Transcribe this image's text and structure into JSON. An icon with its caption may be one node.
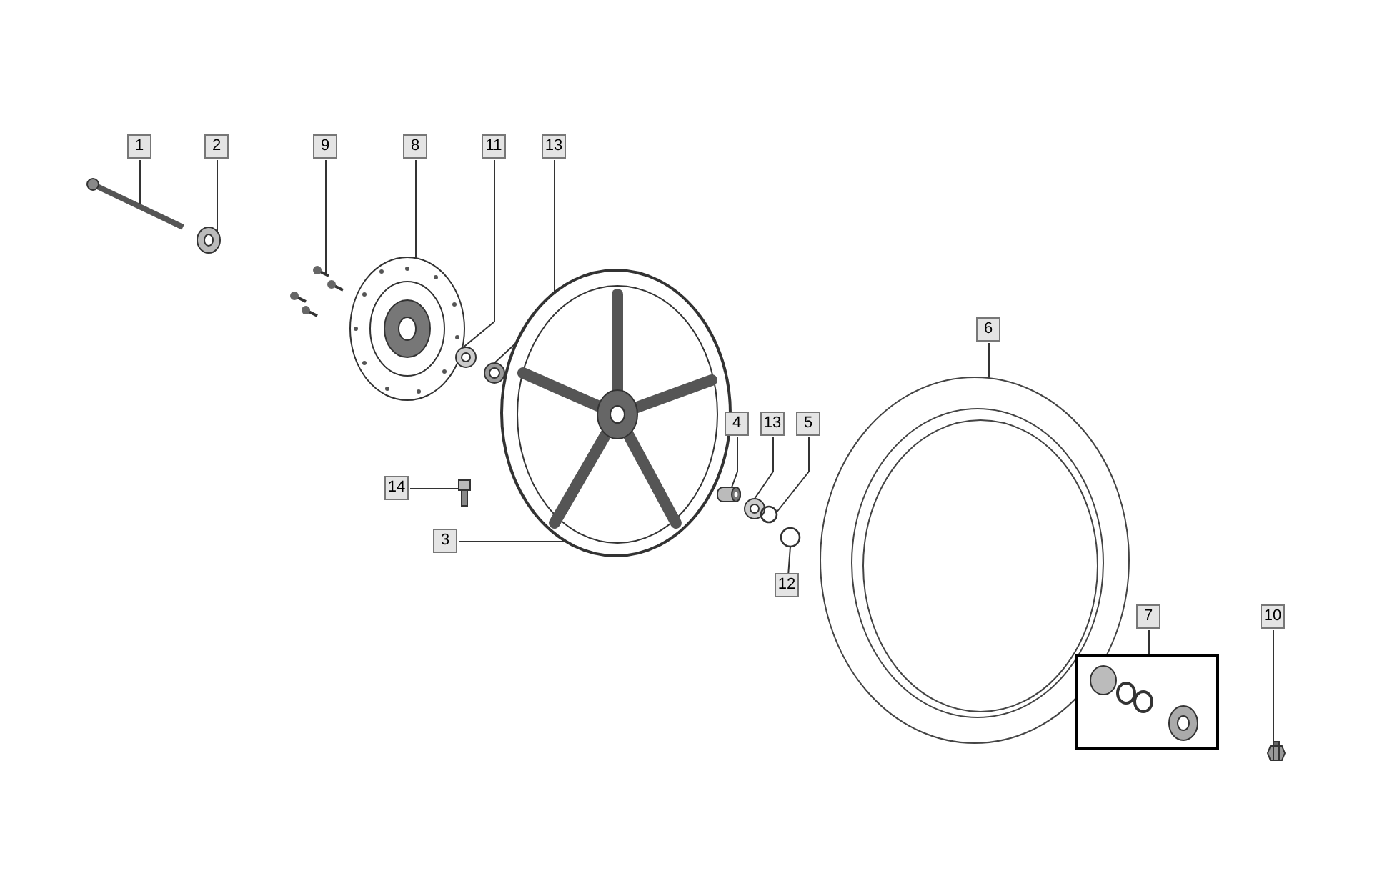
{
  "diagram": {
    "nodes": [
      {
        "text": [
          "1"
        ]
      },
      {
        "text": [
          "2"
        ]
      },
      {
        "text": [
          "9"
        ]
      },
      {
        "text": [
          "8"
        ]
      },
      {
        "text": [
          "11"
        ]
      },
      {
        "text": [
          "13"
        ]
      },
      {
        "text": [
          "6"
        ]
      },
      {
        "text": [
          "4"
        ]
      },
      {
        "text": [
          "13"
        ]
      },
      {
        "text": [
          "5"
        ]
      },
      {
        "text": [
          "14"
        ]
      },
      {
        "text": [
          "3"
        ]
      },
      {
        "text": [
          "12"
        ]
      },
      {
        "text": [
          "7"
        ]
      },
      {
        "text": [
          "10"
        ]
      },
      {
        "text": [],
        "shape": "picture"
      },
      {
        "text": [],
        "shape": "picture"
      },
      {
        "text": [],
        "shape": "picture"
      },
      {
        "text": [],
        "shape": "picture"
      },
      {
        "text": [],
        "shape": "picture"
      },
      {
        "text": [],
        "shape": "picture"
      },
      {
        "text": [],
        "shape": "picture"
      },
      {
        "text": [],
        "shape": "picture"
      },
      {
        "text": [],
        "shape": "picture"
      },
      {
        "text": [],
        "shape": "circle"
      },
      {
        "text": [],
        "shape": "picture"
      },
      {
        "text": [],
        "shape": "picture"
      },
      {
        "text": [],
        "shape": "circle"
      },
      {
        "text": [],
        "shape": "picture"
      },
      {
        "text": [],
        "shape": "picture"
      }
    ],
    "edges": [
      {
        "from": 0,
        "to": 15,
        "arrow": "none"
      },
      {
        "from": 1,
        "to": 16,
        "arrow": "none"
      },
      {
        "from": 2,
        "to": 17,
        "arrow": "none"
      },
      {
        "from": 3,
        "to": 18,
        "arrow": "none"
      },
      {
        "from": 4,
        "to": 19,
        "arrow": "none"
      },
      {
        "from": 5,
        "to": 20,
        "arrow": "none"
      },
      {
        "from": 6,
        "to": 21,
        "arrow": "none"
      },
      {
        "from": 7,
        "to": 22,
        "arrow": "none"
      },
      {
        "from": 8,
        "to": 23,
        "arrow": "none"
      },
      {
        "from": 9,
        "to": 24,
        "arrow": "none"
      },
      {
        "from": 10,
        "to": 25,
        "arrow": "none"
      },
      {
        "from": 11,
        "to": 26,
        "arrow": "none"
      },
      {
        "from": 12,
        "to": 27,
        "arrow": "none"
      },
      {
        "from": 13,
        "to": 28,
        "arrow": "none"
      },
      {
        "from": 14,
        "to": 29,
        "arrow": "none"
      }
    ]
  }
}
